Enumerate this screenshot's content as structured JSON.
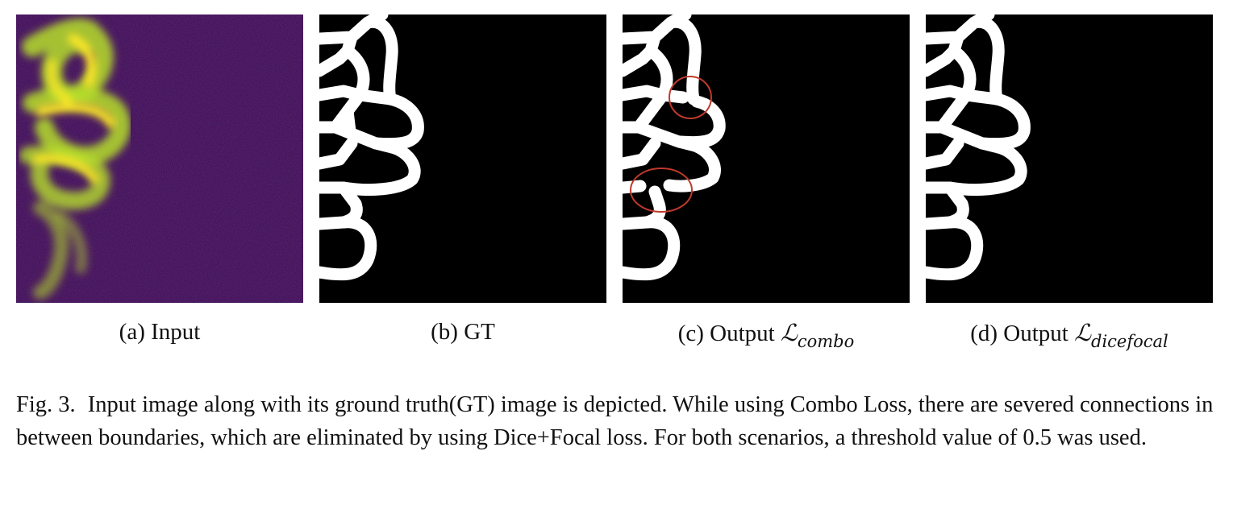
{
  "panels": [
    {
      "label": "(a) Input",
      "math": "",
      "sub": ""
    },
    {
      "label": "(b) GT",
      "math": "",
      "sub": ""
    },
    {
      "label": "(c) Output",
      "math": "ℒ",
      "sub": "combo"
    },
    {
      "label": "(d) Output",
      "math": "ℒ",
      "sub": "dicefocal"
    }
  ],
  "caption": {
    "label": "Fig. 3.",
    "text": "Input image along with its ground truth(GT) image is depicted. While using Combo Loss, there are severed connections in between boundaries, which are eliminated by using Dice+Focal loss. For both scenarios, a threshold value of 0.5 was used."
  },
  "colors": {
    "input_background": "#440154",
    "input_signal": "#fde725",
    "mask_background": "#000000",
    "mask_foreground": "#ffffff",
    "highlight_circle": "#c0392b"
  }
}
